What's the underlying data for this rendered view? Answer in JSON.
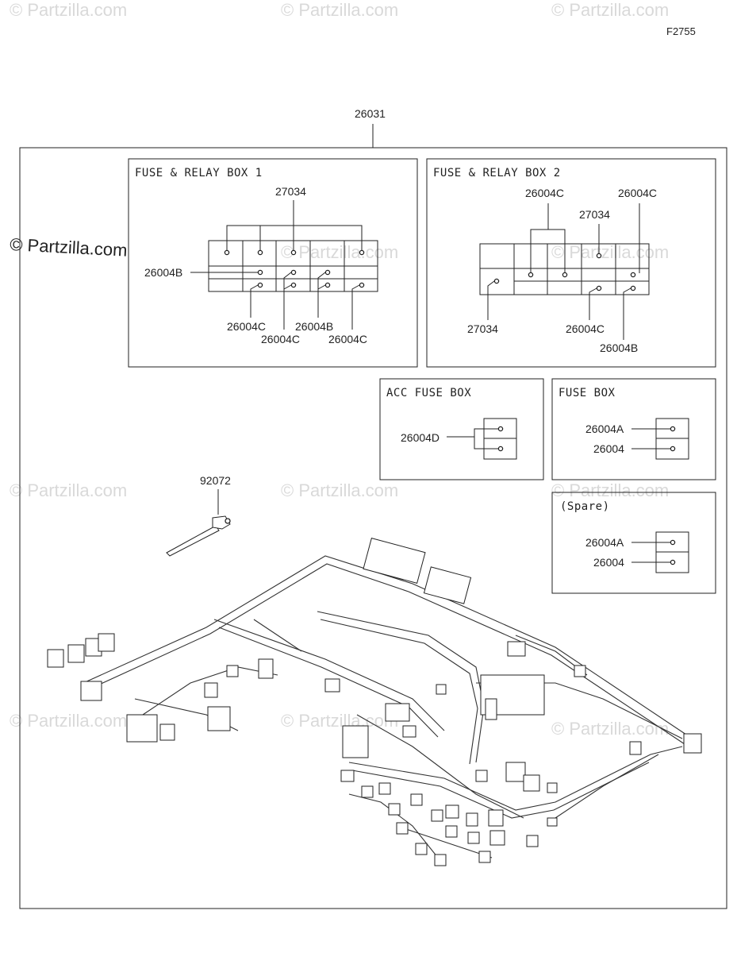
{
  "figure_code": "F2755",
  "watermark_text": "© Partzilla.com",
  "main_part": "26031",
  "fuse_relay_box_1": {
    "title": "FUSE & RELAY BOX 1",
    "top_label": "27034",
    "left_label": "26004B",
    "bottom_labels": [
      "26004C",
      "26004C",
      "26004B",
      "26004C"
    ]
  },
  "fuse_relay_box_2": {
    "title": "FUSE & RELAY BOX 2",
    "top_left_label": "26004C",
    "top_right_label": "26004C",
    "top_mid_label": "27034",
    "left_bottom_label": "27034",
    "bottom_labels": [
      "26004C",
      "26004B"
    ]
  },
  "acc_fuse_box": {
    "title": "ACC FUSE BOX",
    "label": "26004D"
  },
  "fuse_box": {
    "title": "FUSE BOX",
    "labels": [
      "26004A",
      "26004"
    ]
  },
  "spare_box": {
    "title": "(Spare)",
    "labels": [
      "26004A",
      "26004"
    ]
  },
  "tie_part": "92072"
}
